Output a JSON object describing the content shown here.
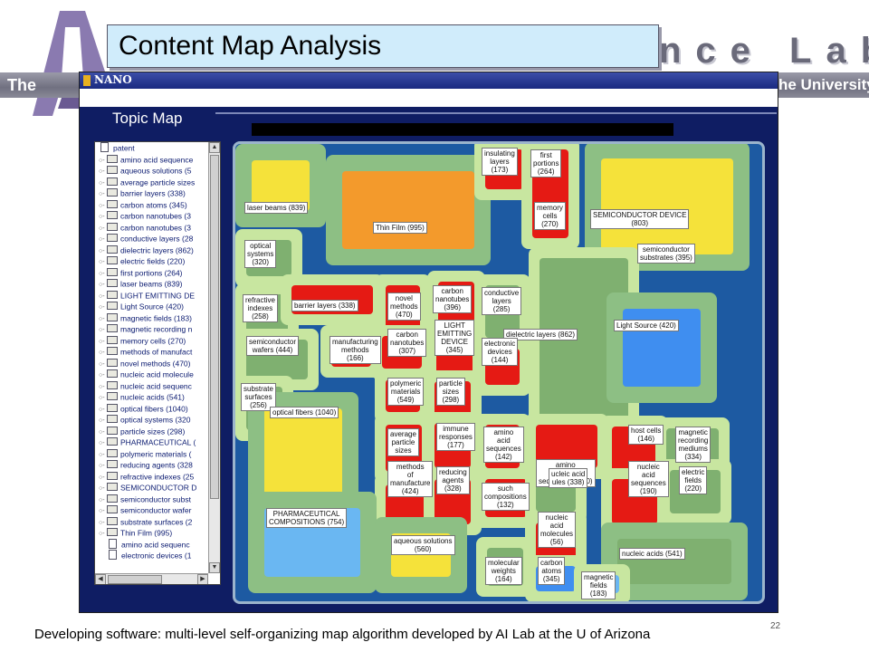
{
  "slide": {
    "title": "Content Map Analysis",
    "caption": "Developing software: multi-level self-organizing map algorithm developed by AI Lab at the U of Arizona",
    "page_number": "22",
    "header_left": "The",
    "header_big": "nce Lab",
    "header_right": "he University"
  },
  "app": {
    "window_title": "NANO",
    "panel_title": "Topic Map"
  },
  "tree": {
    "root": "patent",
    "items": [
      {
        "label": "amino acid sequence",
        "type": "folder"
      },
      {
        "label": "aqueous solutions (5",
        "type": "folder"
      },
      {
        "label": "average particle sizes",
        "type": "folder"
      },
      {
        "label": "barrier layers (338)",
        "type": "folder"
      },
      {
        "label": "carbon atoms (345)",
        "type": "folder"
      },
      {
        "label": "carbon nanotubes (3",
        "type": "folder"
      },
      {
        "label": "carbon nanotubes (3",
        "type": "folder"
      },
      {
        "label": "conductive layers (28",
        "type": "folder"
      },
      {
        "label": "dielectric layers (862)",
        "type": "folder"
      },
      {
        "label": "electric fields (220)",
        "type": "folder"
      },
      {
        "label": "first portions (264)",
        "type": "folder"
      },
      {
        "label": "laser beams (839)",
        "type": "folder"
      },
      {
        "label": "LIGHT EMITTING DE",
        "type": "folder"
      },
      {
        "label": "Light Source (420)",
        "type": "folder"
      },
      {
        "label": "magnetic fields (183)",
        "type": "folder"
      },
      {
        "label": "magnetic recording n",
        "type": "folder"
      },
      {
        "label": "memory cells (270)",
        "type": "folder"
      },
      {
        "label": "methods of manufact",
        "type": "folder"
      },
      {
        "label": "novel methods (470)",
        "type": "folder"
      },
      {
        "label": "nucleic acid molecule",
        "type": "folder"
      },
      {
        "label": "nucleic acid sequenc",
        "type": "folder"
      },
      {
        "label": "nucleic acids (541)",
        "type": "folder"
      },
      {
        "label": "optical fibers (1040)",
        "type": "folder"
      },
      {
        "label": "optical systems (320",
        "type": "folder"
      },
      {
        "label": "particle sizes (298)",
        "type": "folder"
      },
      {
        "label": "PHARMACEUTICAL (",
        "type": "folder"
      },
      {
        "label": "polymeric materials (",
        "type": "folder"
      },
      {
        "label": "reducing agents (328",
        "type": "folder"
      },
      {
        "label": "refractive indexes (25",
        "type": "folder"
      },
      {
        "label": "SEMICONDUCTOR D",
        "type": "folder"
      },
      {
        "label": "semiconductor subst",
        "type": "folder"
      },
      {
        "label": "semiconductor wafer",
        "type": "folder"
      },
      {
        "label": "substrate surfaces (2",
        "type": "folder"
      },
      {
        "label": "Thin Film (995)",
        "type": "folder"
      },
      {
        "label": "amino acid sequenc",
        "type": "doc"
      },
      {
        "label": "electronic devices (1",
        "type": "doc"
      }
    ]
  },
  "map": {
    "labels": [
      {
        "text": "laser beams (839)"
      },
      {
        "text": "Thin Film (995)"
      },
      {
        "text": "insulating\nlayers\n(173)"
      },
      {
        "text": "first\nportions\n(264)"
      },
      {
        "text": "memory\ncells\n(270)"
      },
      {
        "text": "SEMICONDUCTOR DEVICE\n(803)"
      },
      {
        "text": "semiconductor\nsubstrates (395)"
      },
      {
        "text": "optical\nsystems\n(320)"
      },
      {
        "text": "refractive\nindexes\n(258)"
      },
      {
        "text": "barrier layers (338)"
      },
      {
        "text": "novel\nmethods\n(470)"
      },
      {
        "text": "carbon\nnanotubes\n(396)"
      },
      {
        "text": "conductive\nlayers\n(285)"
      },
      {
        "text": "Light Source (420)"
      },
      {
        "text": "semiconductor\nwafers (444)"
      },
      {
        "text": "manufacturing\nmethods\n(166)"
      },
      {
        "text": "carbon\nnanotubes\n(307)"
      },
      {
        "text": "LIGHT\nEMITTING\nDEVICE\n(345)"
      },
      {
        "text": "dielectric layers (862)"
      },
      {
        "text": "electronic\ndevices\n(144)"
      },
      {
        "text": "substrate\nsurfaces\n(256)"
      },
      {
        "text": "optical fibers (1040)"
      },
      {
        "text": "polymeric\nmaterials\n(549)"
      },
      {
        "text": "particle\nsizes\n(298)"
      },
      {
        "text": "average\nparticle\nsizes"
      },
      {
        "text": "immune\nresponses\n(177)"
      },
      {
        "text": "amino\nacid\nsequences\n(142)"
      },
      {
        "text": "host cells\n(146)"
      },
      {
        "text": "magnetic\nrecording\nmediums\n(334)"
      },
      {
        "text": "methods\nof\nmanufacture\n(424)"
      },
      {
        "text": "reducing\nagents\n(328)"
      },
      {
        "text": "such\ncompositions\n(132)"
      },
      {
        "text": "amino\nacid\nsequences (240)"
      },
      {
        "text": "ucleic acid\nules (338)"
      },
      {
        "text": "nucleic\nacid\nsequences\n(190)"
      },
      {
        "text": "electric\nfields\n(220)"
      },
      {
        "text": "PHARMACEUTICAL\nCOMPOSITIONS (754)"
      },
      {
        "text": "aqueous solutions\n(560)"
      },
      {
        "text": "nucleic\nacid\nmolecules\n(56)"
      },
      {
        "text": "nucleic acids (541)"
      },
      {
        "text": "molecular\nweights\n(164)"
      },
      {
        "text": "carbon\natoms\n(345)"
      },
      {
        "text": "magnetic\nfields\n(183)"
      }
    ]
  },
  "colors": {
    "map_bg": "#1d5aa2",
    "ring_cyan": "#3fb3e0",
    "ring_green_light": "#c8e6a0",
    "ring_green": "#8dbf84",
    "core_yellow": "#f5e23a",
    "core_orange": "#f39a2c",
    "core_red": "#e51a14",
    "core_blue": "#3f8ef0",
    "core_lightblue": "#6ab7f2",
    "core_green": "#7fb070"
  }
}
